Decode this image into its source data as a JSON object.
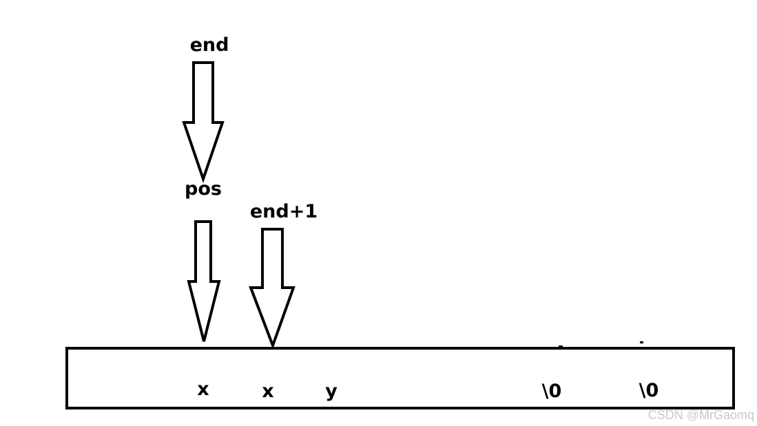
{
  "labels": {
    "end": "end",
    "pos": "pos",
    "end_plus_1": "end+1"
  },
  "buffer_chars": [
    "x",
    "x",
    "y",
    "\\0",
    "\\0"
  ],
  "watermark": "CSDN @MrGaomq",
  "colors": {
    "stroke": "#000000",
    "fill": "#ffffff",
    "watermark": "#c8c8c8"
  }
}
